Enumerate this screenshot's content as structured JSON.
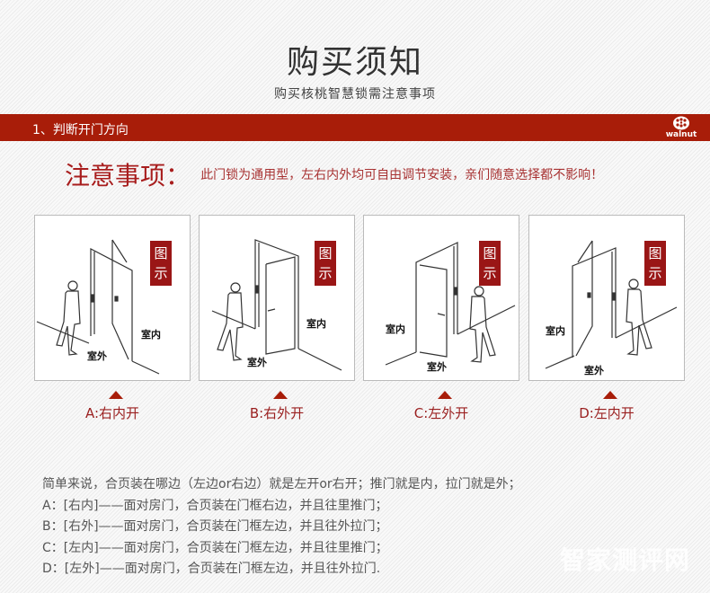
{
  "header": {
    "title": "购买须知",
    "subtitle": "购买核桃智慧锁需注意事项"
  },
  "section": {
    "title": "1、判断开门方向",
    "brand_name": "walnut",
    "brand_icon": "walnut-logo-icon",
    "accent_color": "#a81d09"
  },
  "notice": {
    "label": "注意事项：",
    "text": "此门锁为通用型，左右内外均可自由调节安装，亲们随意选择都不影响！"
  },
  "diagrams": [
    {
      "badge": "图示",
      "inside": "室内",
      "outside": "室外",
      "caption": "A:右内开"
    },
    {
      "badge": "图示",
      "inside": "室内",
      "outside": "室外",
      "caption": "B:右外开"
    },
    {
      "badge": "图示",
      "inside": "室内",
      "outside": "室外",
      "caption": "C:左外开"
    },
    {
      "badge": "图示",
      "inside": "室内",
      "outside": "室外",
      "caption": "D:左内开"
    }
  ],
  "explanation": {
    "lines": [
      "简单来说，合页装在哪边（左边or右边）就是左开or右开；推门就是内，拉门就是外；",
      "A：[右内]——面对房门，合页装在门框右边，并且往里推门；",
      "B：[右外]——面对房门，合页装在门框左边，并且往外拉门；",
      "C：[左内]——面对房门，合页装在门框左边，并且往里推门；",
      "D：[左外]——面对房门，合页装在门框左边，并且往外拉门."
    ]
  },
  "watermark": "智家测评网"
}
